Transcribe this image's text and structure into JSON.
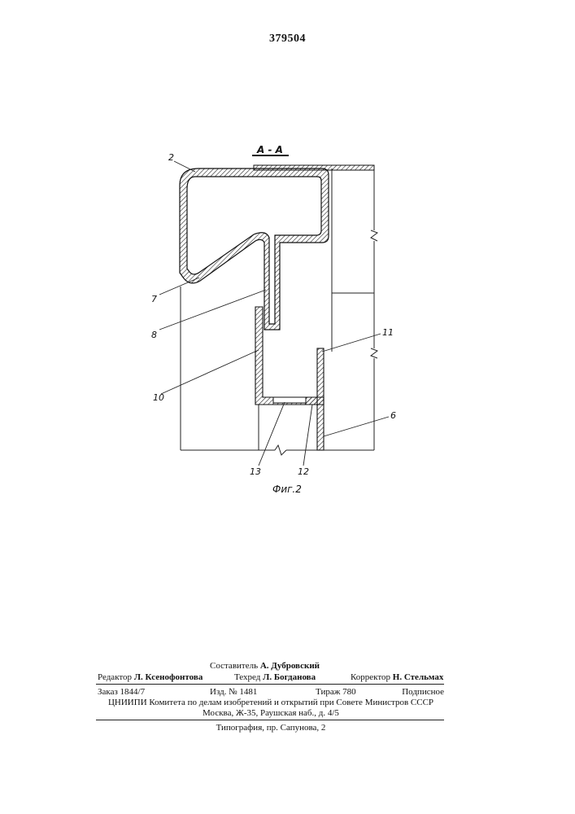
{
  "patent_number": "379504",
  "figure": {
    "section_label": "А - А",
    "caption": "Фиг.2",
    "callouts": [
      "2",
      "7",
      "8",
      "10",
      "11",
      "6",
      "13",
      "12"
    ]
  },
  "imprint": {
    "compiler": {
      "role": "Составитель",
      "name": "А. Дубровский"
    },
    "editor": {
      "role": "Редактор",
      "name": "Л. Ксенофонтова"
    },
    "techred": {
      "role": "Техред",
      "name": "Л. Богданова"
    },
    "corrector": {
      "role": "Корректор",
      "name": "Н. Стельмах"
    },
    "order": "Заказ 1844/7",
    "edition": "Изд. № 1481",
    "circulation": "Тираж 780",
    "subscription": "Подписное",
    "institution": "ЦНИИПИ Комитета по делам изобретений и открытий при Совете Министров СССР",
    "address": "Москва, Ж-35, Раушская наб., д. 4/5",
    "printer": "Типография, пр. Сапунова, 2"
  }
}
